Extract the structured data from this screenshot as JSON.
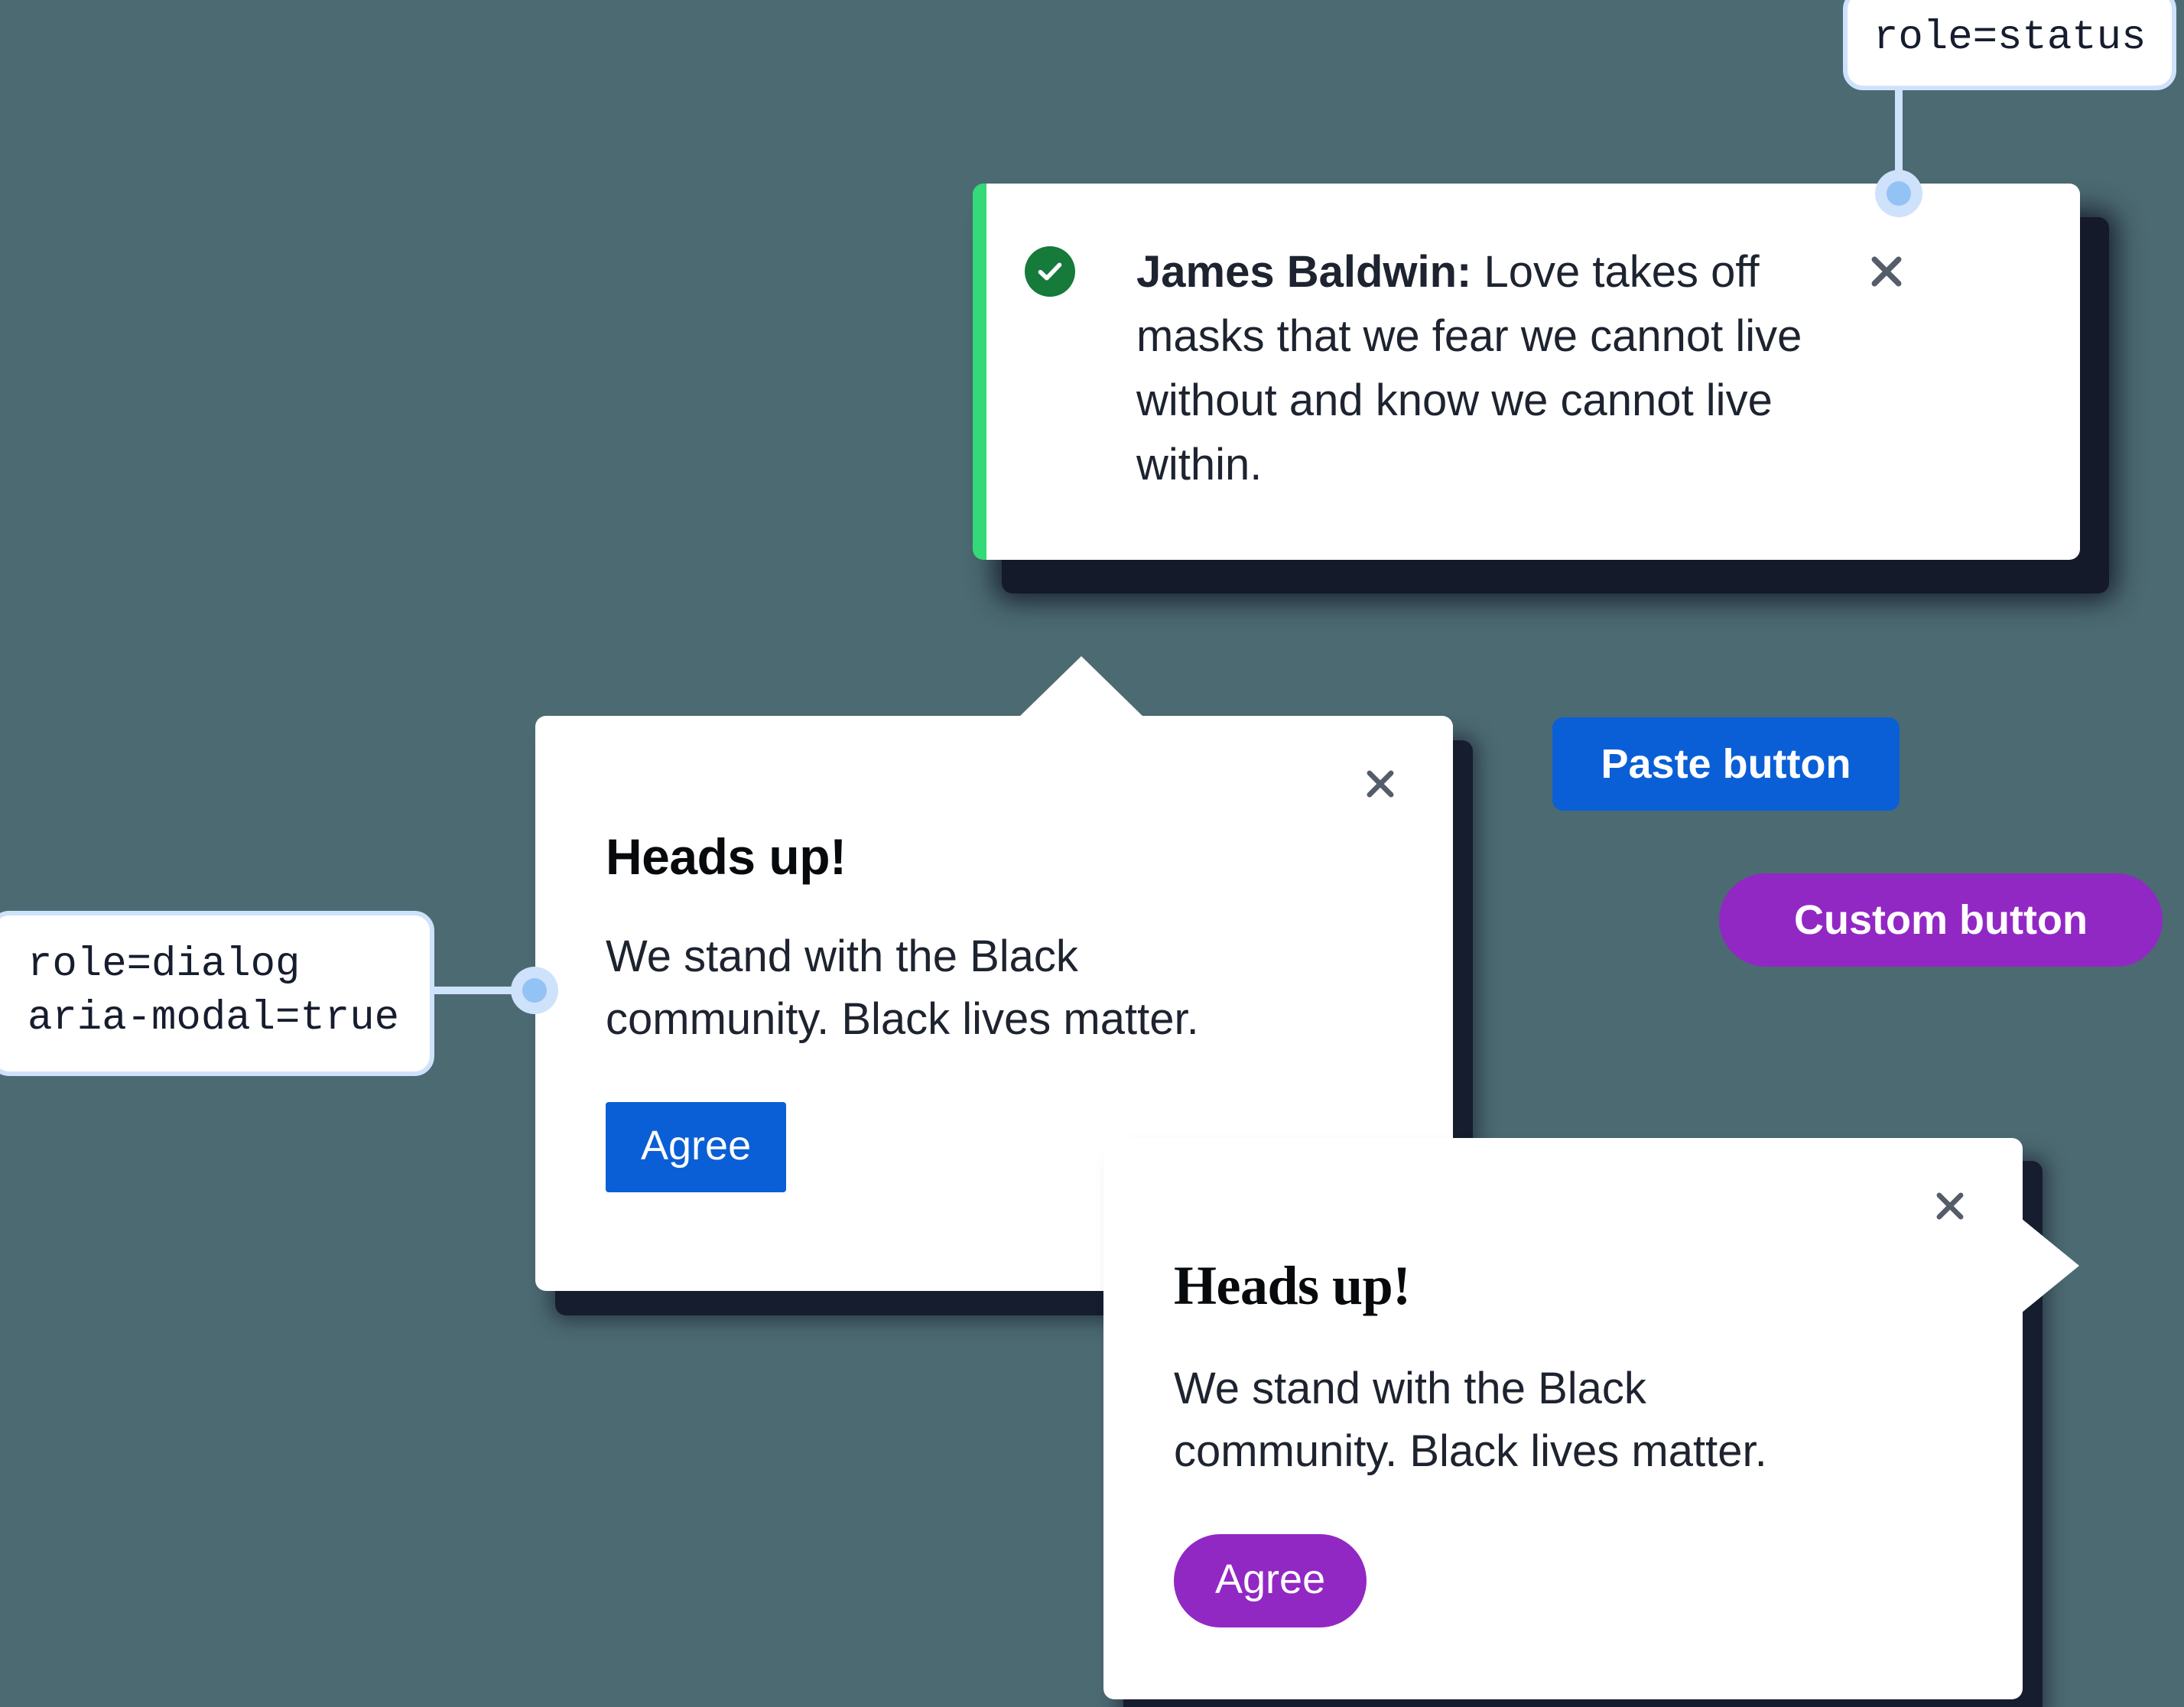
{
  "background_color": "#4c6a72",
  "annotations": [
    {
      "id": "status",
      "text": "role=status",
      "border_color": "#cfe2fb",
      "dot_color": "#93c3f5"
    },
    {
      "id": "dialog",
      "text": "role=dialog\naria-modal=true",
      "border_color": "#cfe2fb",
      "dot_color": "#93c3f5"
    }
  ],
  "toast": {
    "icon": "success-check-icon",
    "accent_color": "#34d978",
    "icon_color": "#157a3a",
    "author": "James Baldwin:",
    "quote": " Love takes off masks that we fear we cannot live without and know we cannot live within.",
    "close_label": "×"
  },
  "dialogs": [
    {
      "id": "dialog-default",
      "title": "Heads up!",
      "body": "We stand with the Black community. Black lives matter.",
      "agree_label": "Agree",
      "agree_color": "#0b5fd6",
      "close_label": "×"
    },
    {
      "id": "dialog-custom",
      "title": "Heads up!",
      "body": "We stand with the Black community. Black lives matter.",
      "agree_label": "Agree",
      "agree_color": "#9228c4",
      "close_label": "×"
    }
  ],
  "side_buttons": [
    {
      "id": "paste",
      "label": "Paste button",
      "color": "#0b5fd6"
    },
    {
      "id": "custom",
      "label": "Custom button",
      "color": "#9228c4"
    }
  ]
}
